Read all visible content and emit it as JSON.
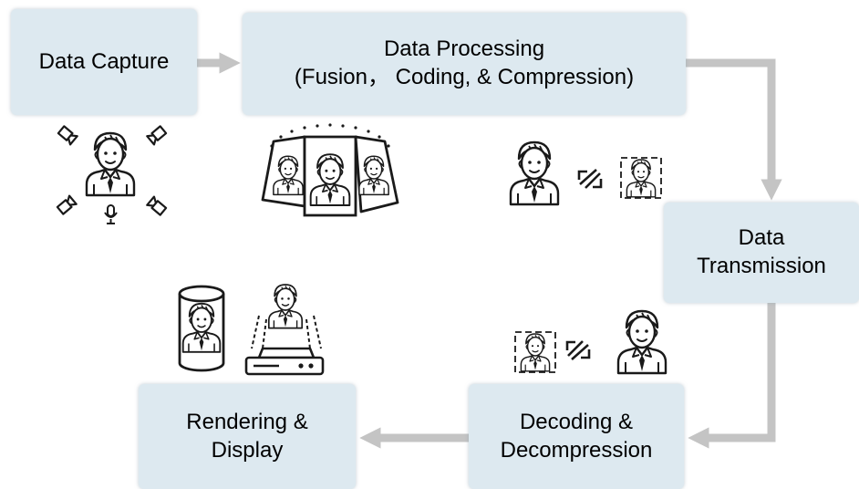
{
  "boxes": {
    "capture": {
      "line1": "Data Capture"
    },
    "processing": {
      "line1": "Data Processing",
      "line2": "(Fusion， Coding, & Compression)"
    },
    "transmission": {
      "line1": "Data",
      "line2": "Transmission"
    },
    "decoding": {
      "line1": "Decoding &",
      "line2": "Decompression"
    },
    "rendering": {
      "line1": "Rendering &",
      "line2": "Display"
    }
  },
  "colors": {
    "box_fill": "#dde9f0",
    "arrow": "#c4c4c4",
    "icon_stroke": "#1a1a1a"
  },
  "icons": [
    "camera-icon",
    "person-icon",
    "microphone-icon",
    "panoramic-screen-icon",
    "compress-arrows-icon",
    "framed-person-icon",
    "cylinder-display-icon",
    "hologram-projector-icon"
  ]
}
